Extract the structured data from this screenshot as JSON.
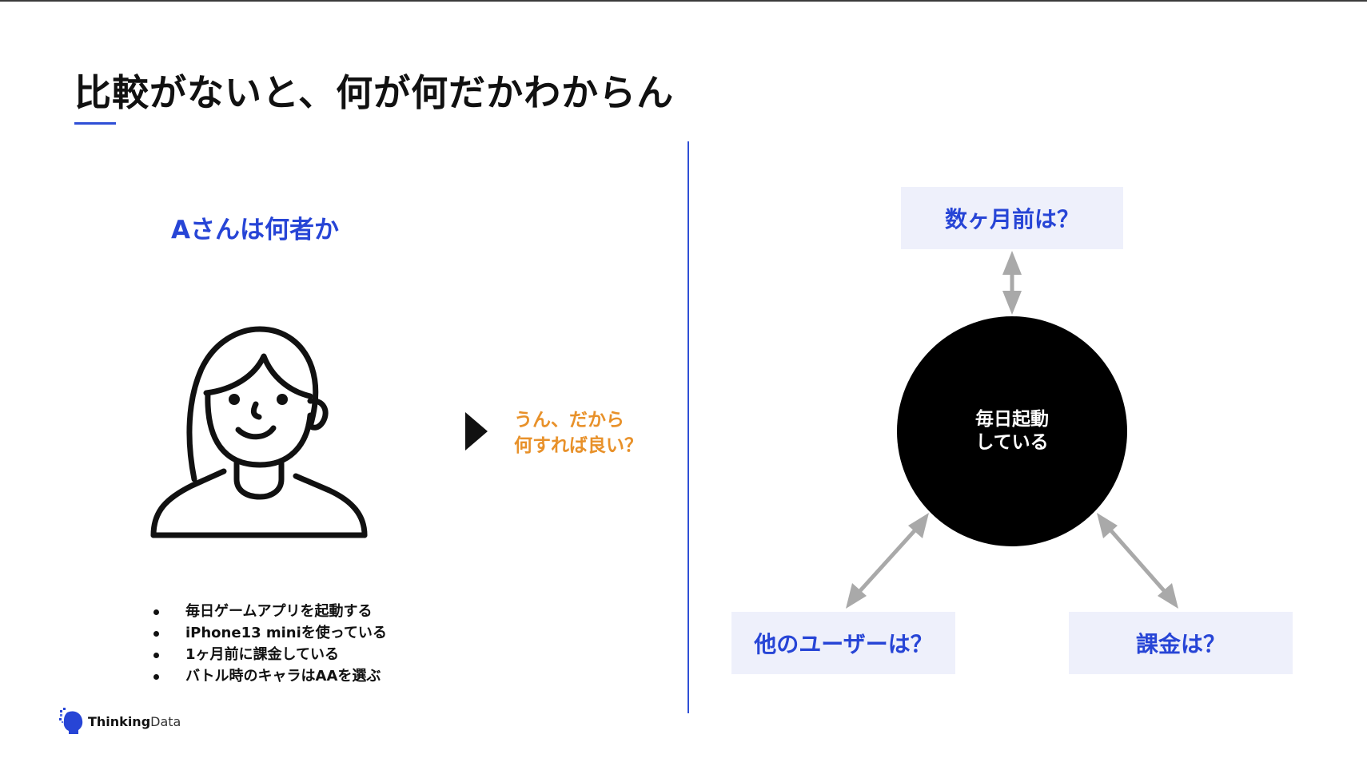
{
  "title": "比較がないと、何が何だかわからん",
  "left_panel": {
    "heading": "Aさんは何者か",
    "question_lines": [
      "うん、だから",
      "何すれば良い？"
    ],
    "facts": [
      "毎日ゲームアプリを起動する",
      "iPhone13 miniを使っている",
      "1ヶ月前に課金している",
      "バトル時のキャラはAAを選ぶ"
    ]
  },
  "right_panel": {
    "center_lines": [
      "毎日起動",
      "している"
    ],
    "box_top": "数ヶ月前は？",
    "box_left": "他のユーザーは？",
    "box_right": "課金は？"
  },
  "logo": {
    "strong": "Thinking",
    "light": "Data"
  },
  "colors": {
    "accent_blue": "#2745d6",
    "question_orange": "#e8912a",
    "box_fill": "#eef0fb",
    "arrow_gray": "#a9a9a9"
  },
  "icons": {
    "person": "person-line-icon",
    "play": "play-triangle-icon",
    "logo": "thinkingdata-logo-icon"
  }
}
